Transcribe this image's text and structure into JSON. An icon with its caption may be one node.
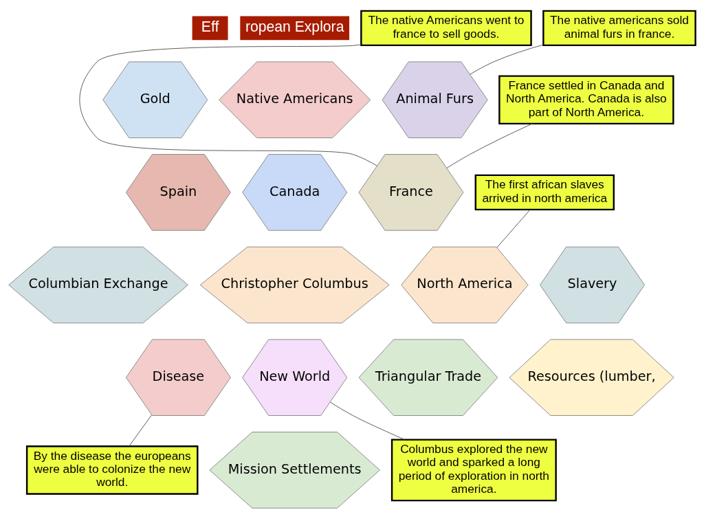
{
  "diagram": {
    "nodes": [
      {
        "text": [
          "Native Americans"
        ]
      },
      {
        "text": [
          "Animal Furs"
        ]
      },
      {
        "text": [
          "Gold"
        ]
      },
      {
        "text": [
          "France"
        ]
      },
      {
        "text": [
          "Canada"
        ]
      },
      {
        "text": [
          "Spain"
        ]
      },
      {
        "text": [
          "Christopher Columbus"
        ]
      },
      {
        "text": [
          "North America"
        ]
      },
      {
        "text": [
          "Columbian Exchange"
        ]
      },
      {
        "text": [
          "New World"
        ]
      },
      {
        "text": [
          "Slavery"
        ]
      },
      {
        "text": [
          "Disease"
        ]
      },
      {
        "text": [
          "Triangular Trade"
        ]
      },
      {
        "text": [
          "Mission Settlements"
        ]
      },
      {
        "text": [
          "Resources (lumber,"
        ]
      },
      {
        "text": [
          "The native Americans went to france to sell goods."
        ]
      },
      {
        "text": [
          "The native americans sold animal furs in france."
        ]
      },
      {
        "text": [
          "France settled in Canada and North America. Canada is also part of North America."
        ]
      },
      {
        "text": [
          "The first african slaves arrived in north america"
        ]
      },
      {
        "text": [
          "Columbus explored the new world and sparked a long period of exploration in north america."
        ]
      },
      {
        "text": [
          "By the disease the europeans were able to colonize the new world."
        ]
      }
    ],
    "edges": [
      {
        "from": 15,
        "to": 3,
        "arrow": "none"
      },
      {
        "from": 16,
        "to": 1,
        "arrow": "none"
      },
      {
        "from": 17,
        "to": 3,
        "arrow": "none"
      },
      {
        "from": 18,
        "to": 7,
        "arrow": "none"
      },
      {
        "from": 19,
        "to": 9,
        "arrow": "none"
      },
      {
        "from": 20,
        "to": 11,
        "arrow": "none"
      }
    ],
    "labels": [
      "Eff",
      "ropean Explora"
    ]
  }
}
